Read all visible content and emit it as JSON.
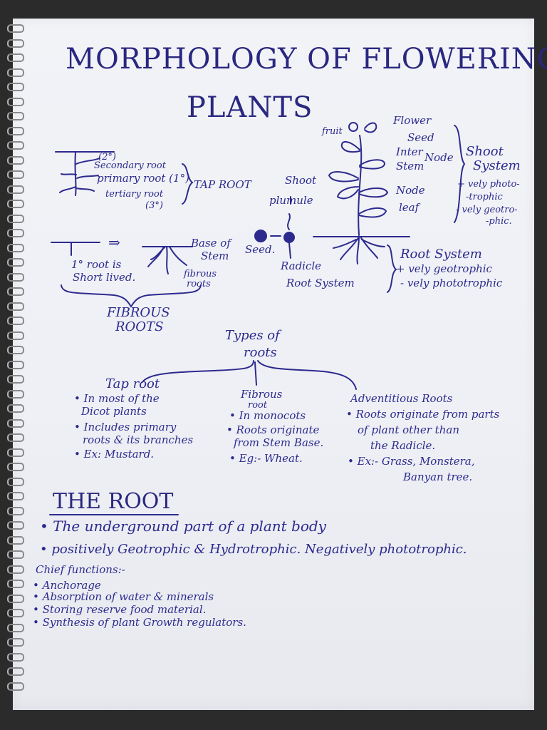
{
  "title_line1": "MORPHOLOGY OF FLOWERING",
  "title_line2": "PLANTS",
  "tap_root_diagram": {
    "secondary": "Secondary root",
    "secondary_mark": "(2°)",
    "primary": "primary root (1°)",
    "tertiary": "tertiary root",
    "tertiary_mark": "(3°)",
    "bracket_label": "TAP ROOT"
  },
  "fibrous_diagram": {
    "arrow": "⇒",
    "base_of_stem": "Base of",
    "base_of_stem_2": "Stem",
    "fibrous_roots": "fibrous",
    "fibrous_roots_2": "roots",
    "primary_note": "1° root is",
    "primary_note_2": "Short lived.",
    "label": "FIBROUS",
    "label_2": "ROOTS"
  },
  "seed_diagram": {
    "seed": "Seed.",
    "shoot": "Shoot",
    "plumule": "plumule",
    "radicle": "Radicle",
    "root_system": "Root System"
  },
  "plant_diagram": {
    "fruit": "fruit",
    "flower": "Flower",
    "seed": "Seed",
    "internode": "Inter",
    "internode_2": "Node",
    "stem": "Stem",
    "node": "Node",
    "leaf": "leaf",
    "shoot_system": "Shoot",
    "shoot_system_2": "System",
    "shoot_note_1": "+ vely photo-",
    "shoot_note_2": "-trophic",
    "shoot_note_3": "- vely geotro-",
    "shoot_note_4": "-phic.",
    "root_system": "Root System",
    "root_note_1": "+ vely geotrophic",
    "root_note_2": "- vely phototrophic"
  },
  "types": {
    "heading_1": "Types of",
    "heading_2": "roots",
    "tap": {
      "title": "Tap root",
      "points": [
        "• In most of the",
        "Dicot plants",
        "• Includes primary",
        "roots & its branches",
        "• Ex: Mustard."
      ]
    },
    "fibrous": {
      "title": "Fibrous",
      "title_2": "root",
      "points": [
        "• In monocots",
        "• Roots originate",
        "from Stem Base.",
        "• Eg:- Wheat."
      ]
    },
    "adventitious": {
      "title": "Adventitious Roots",
      "points": [
        "• Roots originate from parts",
        "of plant other than",
        "the Radicle.",
        "• Ex:- Grass, Monstera,",
        "Banyan tree."
      ]
    }
  },
  "the_root": {
    "heading": "THE ROOT",
    "line_1": "• The underground part of a plant body",
    "line_2": "• positively Geotrophic & Hydrotrophic. Negatively phototrophic.",
    "chief_heading": "Chief functions:-",
    "functions": [
      "• Anchorage",
      "• Absorption of water & minerals",
      "• Storing reserve food material.",
      "• Synthesis of plant Growth regulators."
    ]
  },
  "colors": {
    "ink": "#2d2a8e",
    "paper": "#eef0f5",
    "ring": "#8a8a8a"
  }
}
